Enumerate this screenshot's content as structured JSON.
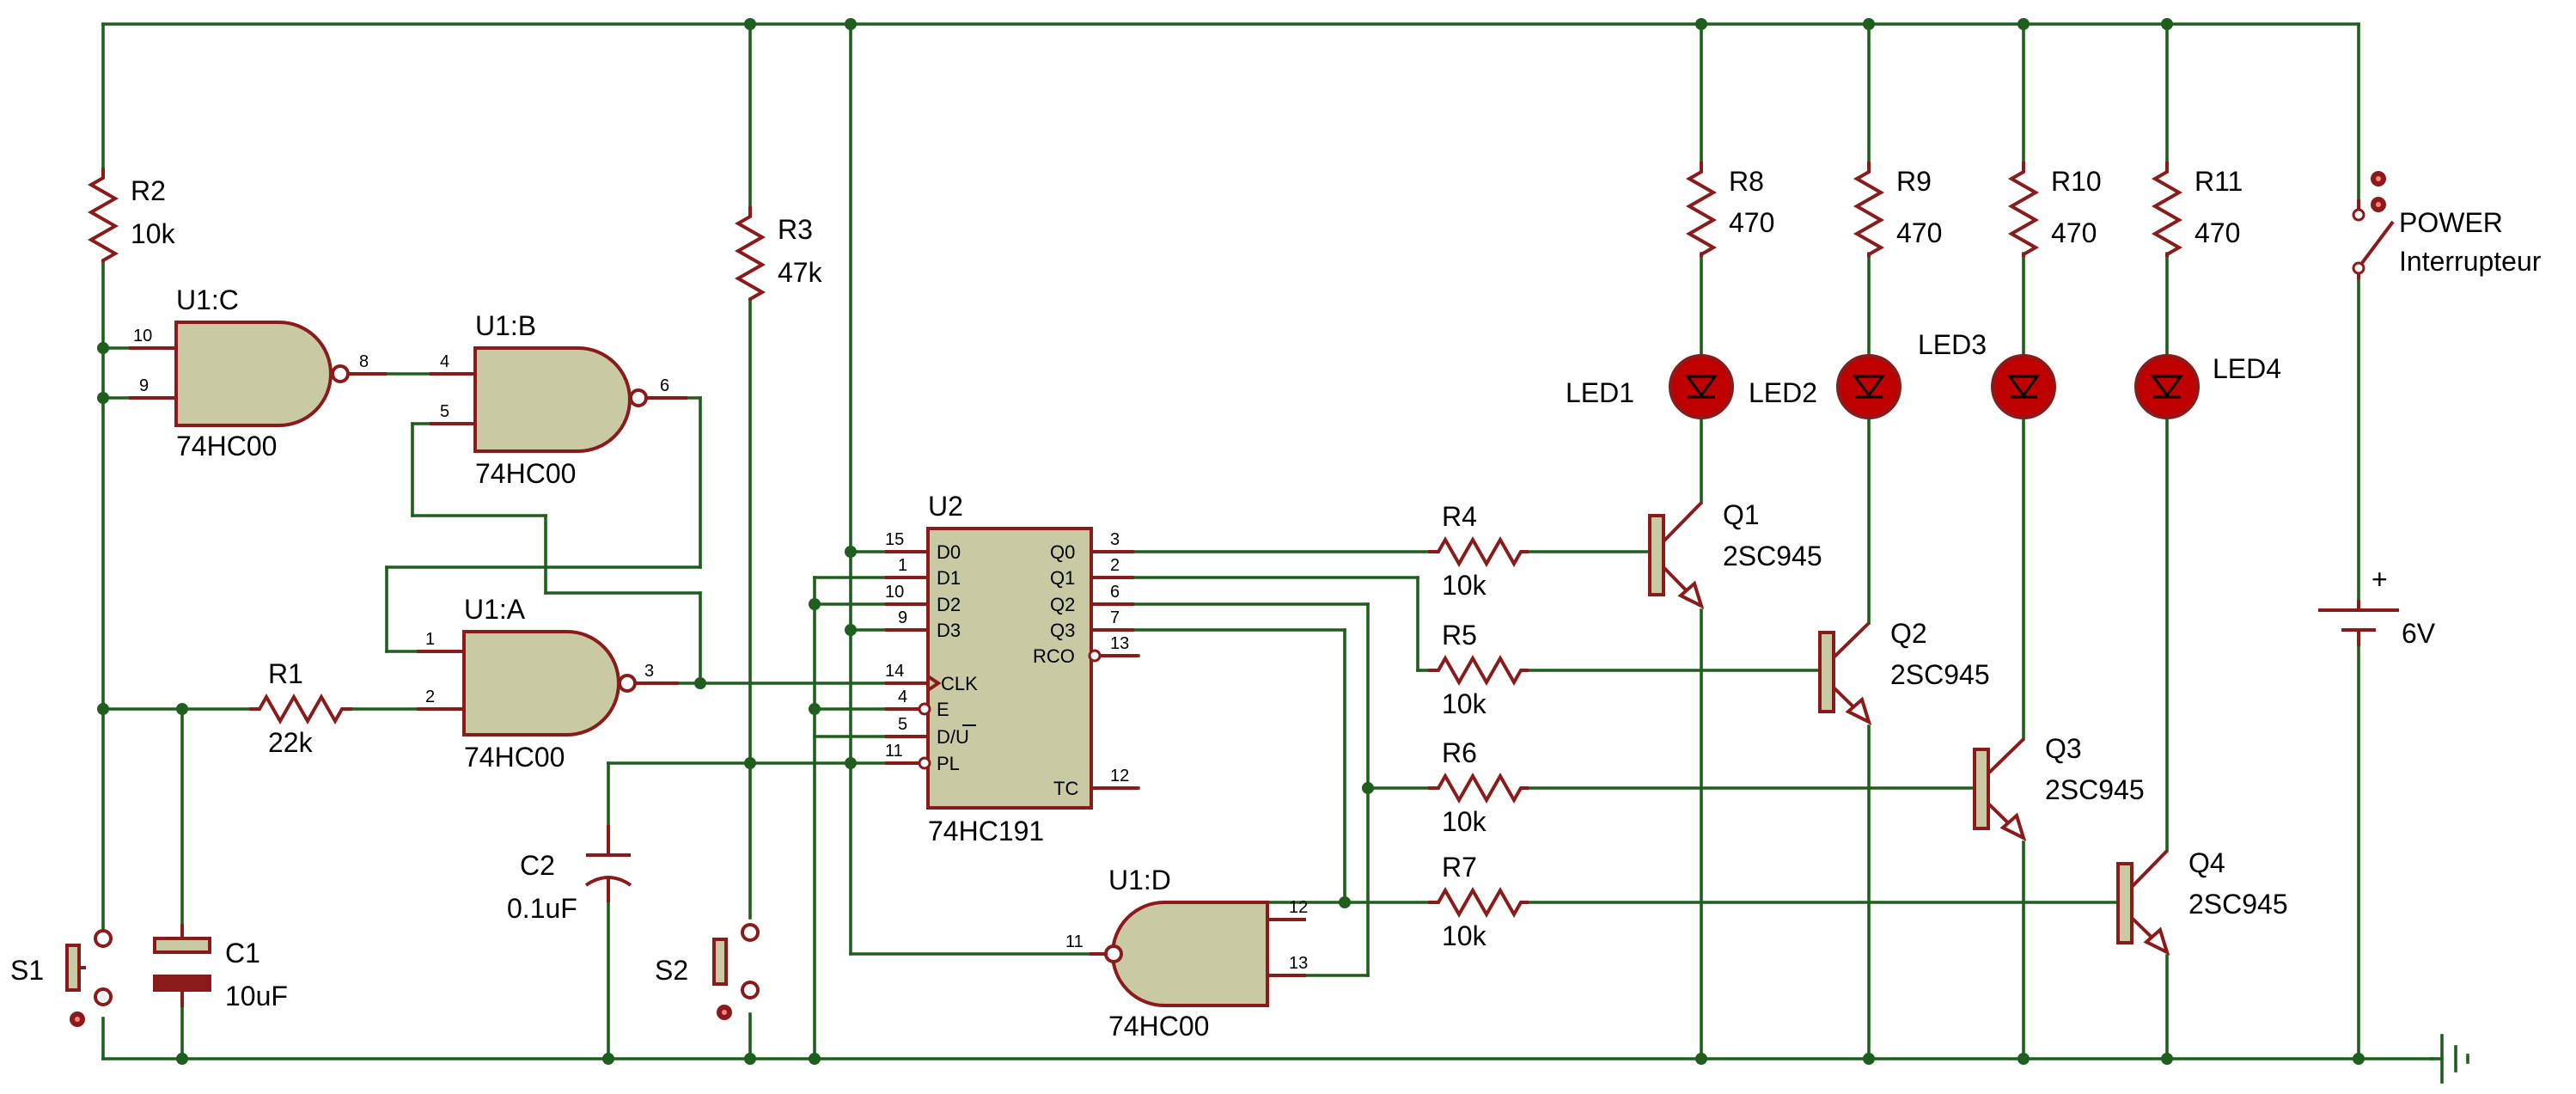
{
  "components": {
    "R2": {
      "ref": "R2",
      "value": "10k"
    },
    "R3": {
      "ref": "R3",
      "value": "47k"
    },
    "R1": {
      "ref": "R1",
      "value": "22k"
    },
    "R4": {
      "ref": "R4",
      "value": "10k"
    },
    "R5": {
      "ref": "R5",
      "value": "10k"
    },
    "R6": {
      "ref": "R6",
      "value": "10k"
    },
    "R7": {
      "ref": "R7",
      "value": "10k"
    },
    "R8": {
      "ref": "R8",
      "value": "470"
    },
    "R9": {
      "ref": "R9",
      "value": "470"
    },
    "R10": {
      "ref": "R10",
      "value": "470"
    },
    "R11": {
      "ref": "R11",
      "value": "470"
    },
    "C1": {
      "ref": "C1",
      "value": "10uF"
    },
    "C2": {
      "ref": "C2",
      "value": "0.1uF"
    },
    "U1C": {
      "ref": "U1:C",
      "part": "74HC00",
      "pins": [
        "10",
        "9",
        "8"
      ]
    },
    "U1B": {
      "ref": "U1:B",
      "part": "74HC00",
      "pins": [
        "4",
        "5",
        "6"
      ]
    },
    "U1A": {
      "ref": "U1:A",
      "part": "74HC00",
      "pins": [
        "1",
        "2",
        "3"
      ]
    },
    "U1D": {
      "ref": "U1:D",
      "part": "74HC00",
      "pins": [
        "11",
        "13",
        "12"
      ]
    },
    "U2": {
      "ref": "U2",
      "part": "74HC191",
      "left_pins": [
        {
          "num": "15",
          "name": "D0"
        },
        {
          "num": "1",
          "name": "D1"
        },
        {
          "num": "10",
          "name": "D2"
        },
        {
          "num": "9",
          "name": "D3"
        },
        {
          "num": "14",
          "name": "CLK"
        },
        {
          "num": "4",
          "name": "E"
        },
        {
          "num": "5",
          "name": "D/U"
        },
        {
          "num": "11",
          "name": "PL"
        }
      ],
      "right_pins": [
        {
          "num": "3",
          "name": "Q0"
        },
        {
          "num": "2",
          "name": "Q1"
        },
        {
          "num": "6",
          "name": "Q2"
        },
        {
          "num": "7",
          "name": "Q3"
        },
        {
          "num": "13",
          "name": "RCO"
        },
        {
          "num": "12",
          "name": "TC"
        }
      ]
    },
    "Q1": {
      "ref": "Q1",
      "part": "2SC945"
    },
    "Q2": {
      "ref": "Q2",
      "part": "2SC945"
    },
    "Q3": {
      "ref": "Q3",
      "part": "2SC945"
    },
    "Q4": {
      "ref": "Q4",
      "part": "2SC945"
    },
    "LED1": {
      "ref": "LED1"
    },
    "LED2": {
      "ref": "LED2"
    },
    "LED3": {
      "ref": "LED3"
    },
    "LED4": {
      "ref": "LED4"
    },
    "S1": {
      "ref": "S1"
    },
    "S2": {
      "ref": "S2"
    },
    "POWER": {
      "ref": "POWER",
      "value": "Interrupteur"
    },
    "BAT": {
      "polarity": "+",
      "value": "6V"
    }
  },
  "colors": {
    "wire": "#1e5f1e",
    "part": "#8b1a1a",
    "fill": "#c9c9a3",
    "led": "#c00000"
  }
}
